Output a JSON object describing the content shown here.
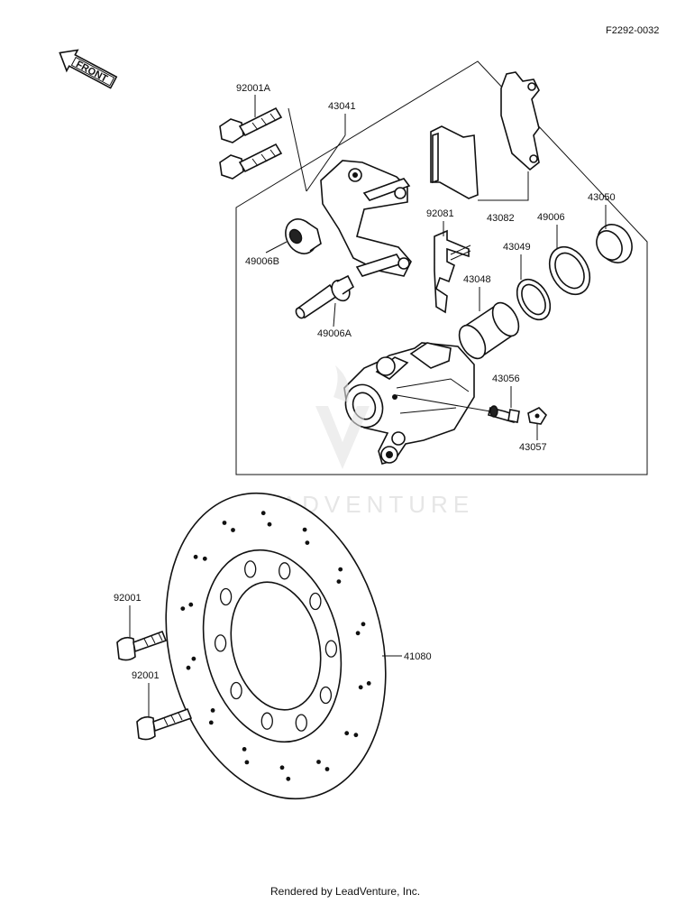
{
  "diagram": {
    "code": "F2292-0032",
    "front_label": "FRONT",
    "watermark": "LEADVENTURE",
    "footer": "Rendered by LeadVenture, Inc.",
    "parts": {
      "p92001A": "92001A",
      "p43041": "43041",
      "p49006B": "49006B",
      "p49006A": "49006A",
      "p92081": "92081",
      "p43082": "43082",
      "p43049": "43049",
      "p43048": "43048",
      "p49006": "49006",
      "p43050": "43050",
      "p43056": "43056",
      "p43057": "43057",
      "p92001_top": "92001",
      "p92001_bottom": "92001",
      "p41080": "41080"
    }
  }
}
